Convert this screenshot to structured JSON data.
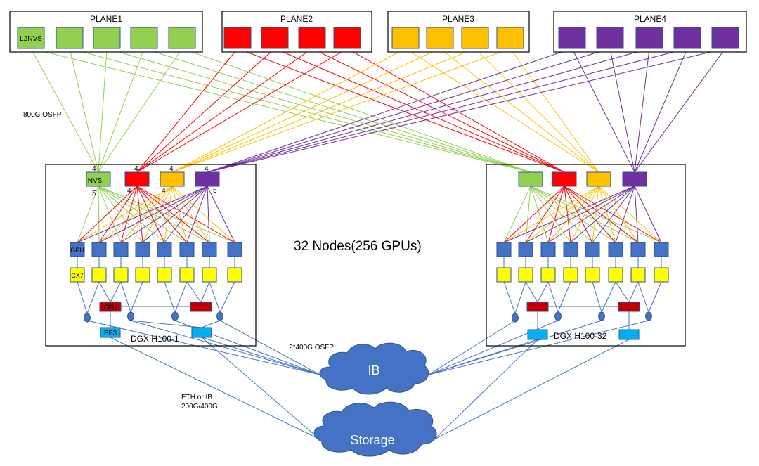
{
  "planes": [
    {
      "title": "PLANE1",
      "color": "#92D050",
      "first_switch_label": "L2NVS"
    },
    {
      "title": "PLANE2",
      "color": "#FF0000",
      "first_switch_label": ""
    },
    {
      "title": "PLANE3",
      "color": "#FFC000",
      "first_switch_label": ""
    },
    {
      "title": "PLANE4",
      "color": "#7030A0",
      "first_switch_label": ""
    }
  ],
  "colors": {
    "gpu": "#4472C4",
    "cx7": "#FFFF00",
    "cpu": "#C00000",
    "bf3": "#00B0F0",
    "cloud": "#4472C4",
    "link": "#4472C4",
    "outline": "#2F528F"
  },
  "node_left": {
    "title": "DGX H100-1",
    "nvs_label": "NVS",
    "gpu_label": "GPU",
    "cx7_label": "CX7",
    "cpu_label": "CPU",
    "bf3_label": "BF3",
    "port_counts": {
      "nvs_top": "4",
      "nvs_bottom": "5",
      "red_top": "4",
      "red_bottom": "4",
      "orange_top": "4",
      "orange_bottom": "4",
      "purple_top": "4",
      "purple_bottom": "5"
    }
  },
  "node_right": {
    "title": "DGX H100-32"
  },
  "center_label": "32 Nodes(256 GPUs)",
  "link_labels": {
    "osfp_800": "800G OSFP",
    "osfp_2x400": "2*400G OSFP",
    "eth_ib_line1": "ETH or IB",
    "eth_ib_line2": "200G/400G"
  },
  "clouds": {
    "ib": "IB",
    "storage": "Storage"
  }
}
